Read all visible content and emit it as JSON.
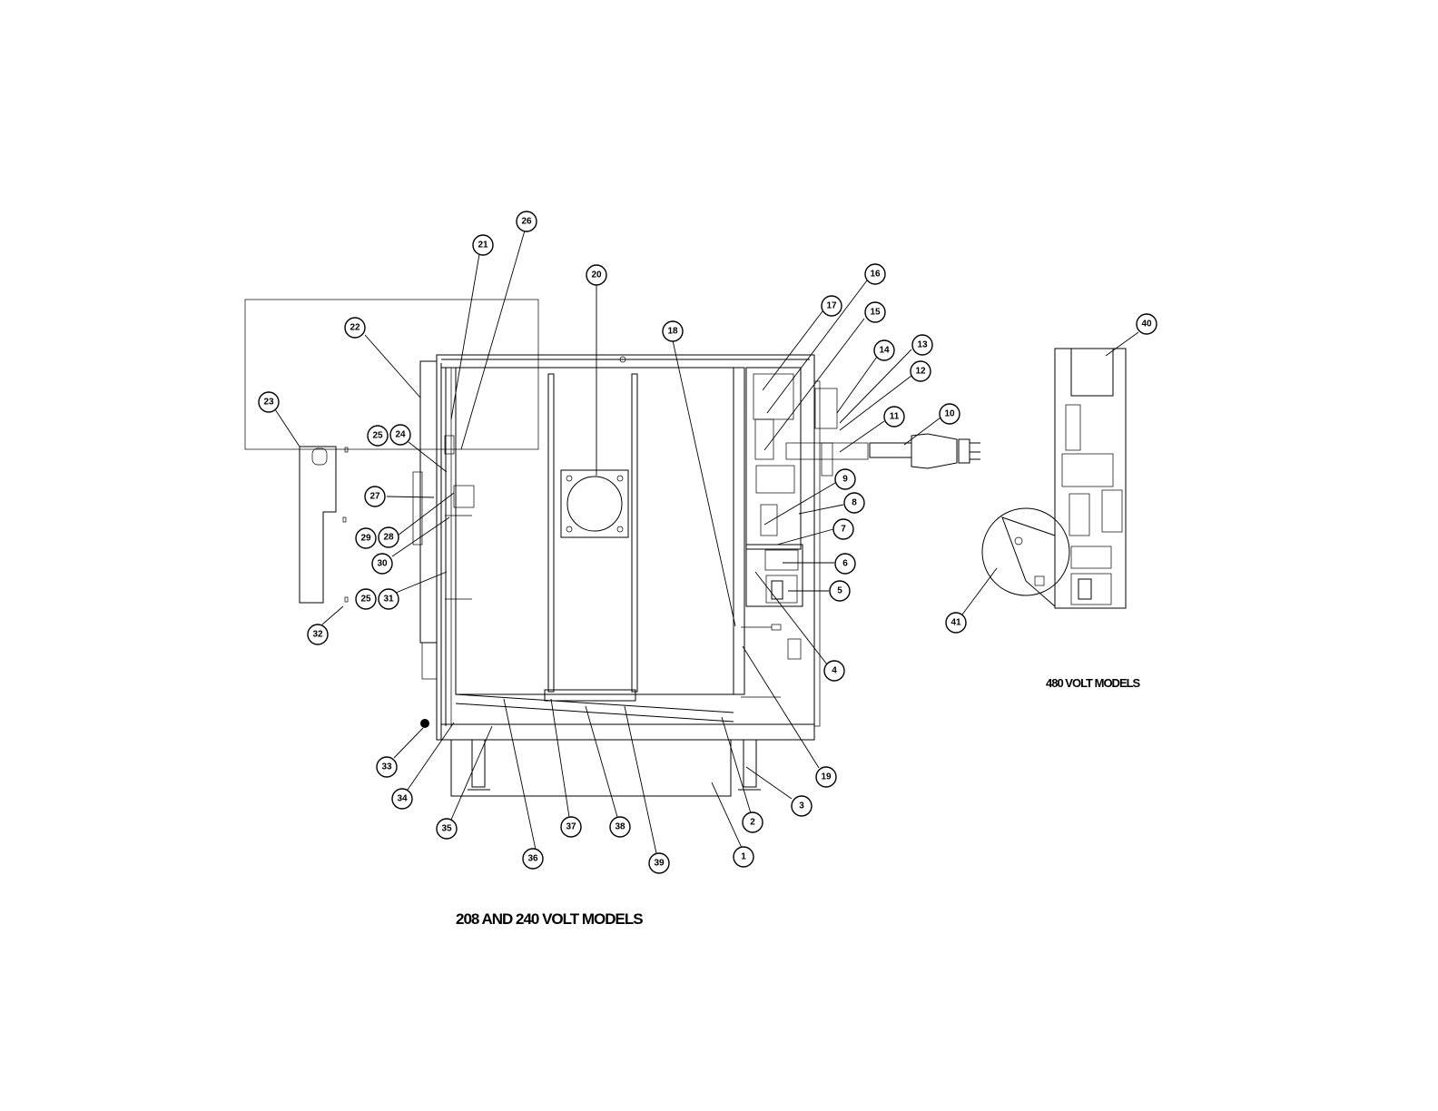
{
  "captions": {
    "main": "208 AND 240 VOLT MODELS",
    "side": "480 VOLT MODELS"
  },
  "callouts": [
    "1",
    "2",
    "3",
    "4",
    "5",
    "6",
    "7",
    "8",
    "9",
    "10",
    "11",
    "12",
    "13",
    "14",
    "15",
    "16",
    "17",
    "18",
    "19",
    "20",
    "21",
    "22",
    "23",
    "24",
    "25",
    "26",
    "27",
    "28",
    "29",
    "30",
    "31",
    "32",
    "33",
    "34",
    "35",
    "36",
    "37",
    "38",
    "39",
    "40",
    "41"
  ],
  "colors": {
    "line": "#000000",
    "background": "#ffffff"
  }
}
